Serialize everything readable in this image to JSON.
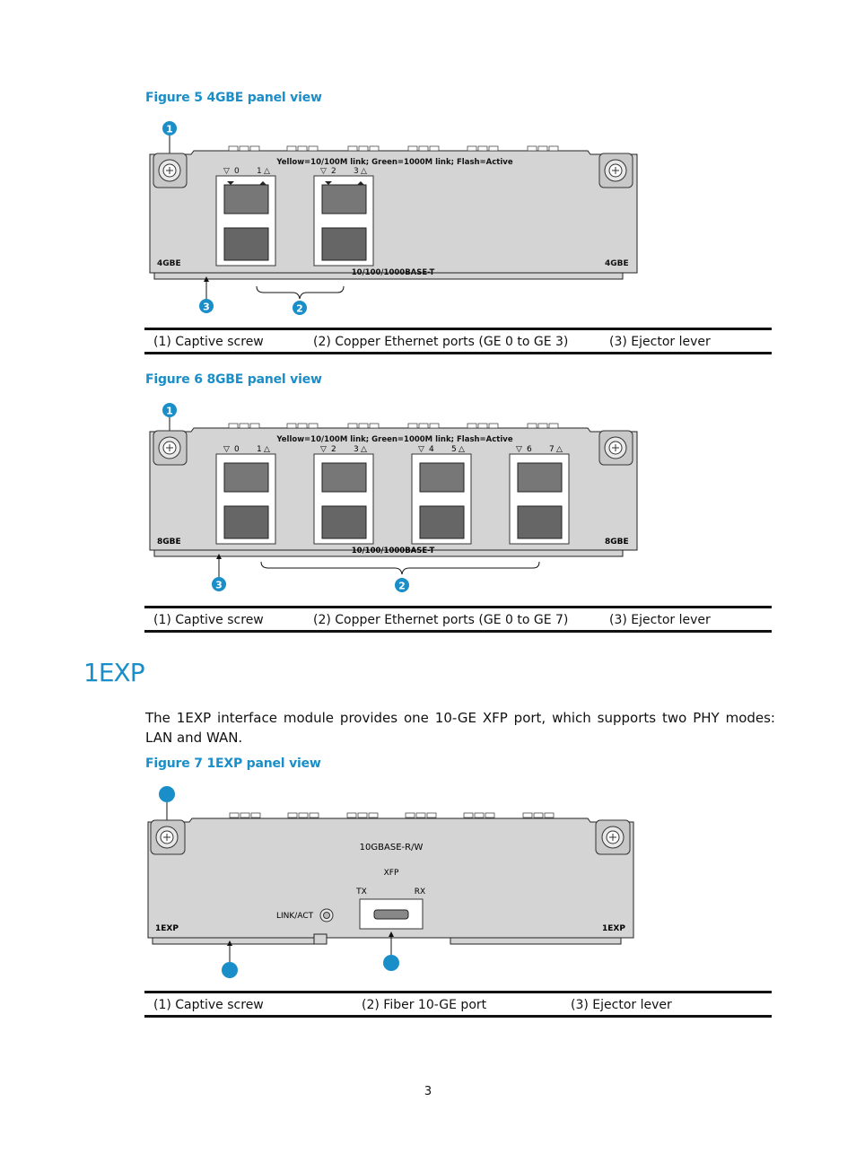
{
  "figures": [
    {
      "title": "Figure 5 4GBE panel view",
      "panel": {
        "led_legend": "Yellow=10/100M link; Green=1000M link; Flash=Active",
        "model_label": "4GBE",
        "port_type_label": "10/100/1000BASE-T",
        "port_numbers": [
          "0",
          "1",
          "2",
          "3"
        ]
      },
      "callouts": [
        "1",
        "2",
        "3"
      ],
      "legend": [
        "(1) Captive screw",
        "(2) Copper Ethernet ports (GE 0 to GE 3)",
        "(3) Ejector lever"
      ]
    },
    {
      "title": "Figure 6 8GBE panel view",
      "panel": {
        "led_legend": "Yellow=10/100M link; Green=1000M link; Flash=Active",
        "model_label": "8GBE",
        "port_type_label": "10/100/1000BASE-T",
        "port_numbers": [
          "0",
          "1",
          "2",
          "3",
          "4",
          "5",
          "6",
          "7"
        ]
      },
      "callouts": [
        "1",
        "2",
        "3"
      ],
      "legend": [
        "(1) Captive screw",
        "(2) Copper Ethernet ports (GE 0 to GE 7)",
        "(3) Ejector lever"
      ]
    },
    {
      "title": "Figure 7 1EXP panel view",
      "panel": {
        "port_type_label": "10GBASE-R/W",
        "xfp_label": "XFP",
        "tx_label": "TX",
        "rx_label": "RX",
        "link_label": "LINK/ACT",
        "model_label": "1EXP"
      },
      "legend": [
        "(1) Captive screw",
        "(2) Fiber 10-GE port",
        "(3) Ejector lever"
      ]
    }
  ],
  "section": {
    "heading": "1EXP",
    "paragraph": "The 1EXP interface module provides one 10-GE XFP port, which supports two PHY modes: LAN and WAN."
  },
  "page_number": "3",
  "colors": {
    "accent": "#1a8ec8",
    "panel": "#d4d4d4",
    "callout": "#1a8ec8"
  }
}
